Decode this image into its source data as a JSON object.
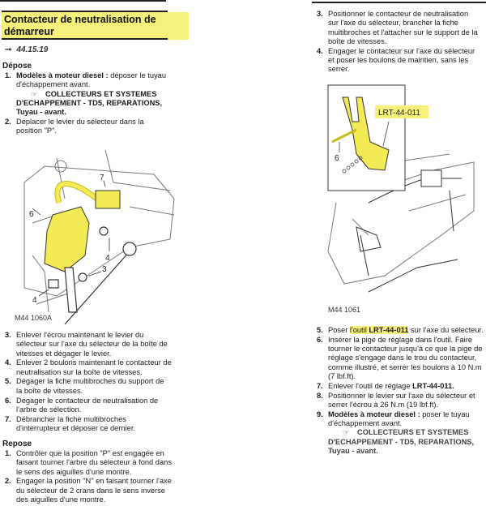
{
  "header": {
    "title": "Contacteur de neutralisation de démarreur",
    "ref_icon": "wrench-icon",
    "operation_number": "44.15.19"
  },
  "depose": {
    "heading": "Dépose",
    "items": [
      {
        "num": "1.",
        "bold": "Modèles à moteur diesel :",
        "text": " déposer le tuyau d'échappement avant.",
        "ref_icon": "pointing-hand-icon",
        "ref_bold": "COLLECTEURS ET SYSTEMES D'ECHAPPEMENT - TD5, REPARATIONS, Tuyau - avant."
      },
      {
        "num": "2.",
        "text": "Déplacer le levier du sélecteur dans la position \"P\"."
      }
    ],
    "figure": {
      "caption": "M44 1060A",
      "labels": [
        "6",
        "7",
        "4",
        "3",
        "4"
      ]
    },
    "items_after": [
      {
        "num": "3.",
        "text": "Enlever l'écrou maintenant le levier du sélecteur sur l'axe du sélecteur de la boîte de vitesses et dégager le levier."
      },
      {
        "num": "4.",
        "text": "Enlever 2 boulons maintenant le contacteur de neutralisation sur la boîte de vitesses."
      },
      {
        "num": "5.",
        "text": "Dégager la fiche multibroches du support de la boîte de vitesses."
      },
      {
        "num": "6.",
        "text": "Dégager le contacteur de neutralisation de l'arbre de sélection."
      },
      {
        "num": "7.",
        "text": "Débrancher la fiche multibroches d'interrupteur et déposer ce dernier."
      }
    ]
  },
  "repose": {
    "heading": "Repose",
    "items": [
      {
        "num": "1.",
        "text": "Contrôler que la position \"P\" est engagée en faisant tourner l'arbre du sélecteur à fond dans le sens des aiguilles d'une montre."
      },
      {
        "num": "2.",
        "text": "Engager la position \"N\" en faisant tourner l'axe du sélecteur de 2 crans dans le sens inverse des aiguilles d'une montre."
      },
      {
        "num": "3.",
        "text": "Positionner le contacteur de neutralisation sur l'axe du sélecteur, brancher la fiche multibroches et l'attacher sur le support de la boîte de vitesses."
      },
      {
        "num": "4.",
        "text": "Engager le contacteur sur l'axe du sélecteur et poser les boulons de maintien, sans les serrer."
      }
    ],
    "figure": {
      "caption": "M44 1061",
      "tool_label": "LRT-44-011",
      "labels": [
        "6"
      ]
    },
    "items_after": [
      {
        "num": "5.",
        "pre": "Poser ",
        "hl_plain": "l'outil ",
        "hl_bold": "LRT-44-011",
        "post": " sur l'axe du sélecteur."
      },
      {
        "num": "6.",
        "text": "Insérer la pige de réglage dans l'outil. Faire tourner le contacteur jusqu'à ce que la pige de réglage s'engage dans le trou du contacteur, comme illustré, et serrer les boulons à 10 N.m (7 lbf.ft)."
      },
      {
        "num": "7.",
        "pre": "Enlever l'outil de réglage ",
        "bold": "LRT-44-011."
      },
      {
        "num": "8.",
        "text": "Positionner le levier sur l'axe du sélecteur et serrer l'écrou à 26 N.m (19 lbf.ft)."
      },
      {
        "num": "9.",
        "bold": "Modèles à moteur diesel :",
        "text": " poser le tuyau d'échappement avant.",
        "ref_icon": "pointing-hand-icon",
        "ref_bold": "COLLECTEURS ET SYSTEMES D'ECHAPPEMENT - TD5, REPARATIONS, Tuyau - avant."
      }
    ]
  },
  "colors": {
    "highlight": "#f6ef7a",
    "part_yellow": "#f3ea55"
  }
}
